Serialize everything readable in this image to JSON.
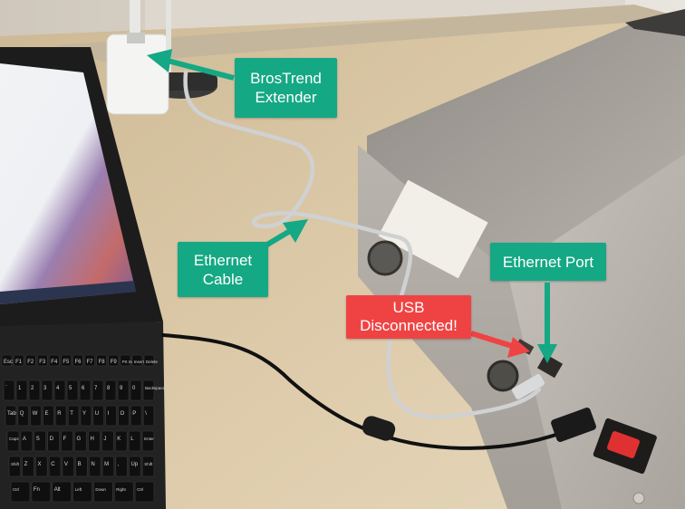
{
  "callouts": {
    "extender": {
      "line1": "BrosTrend",
      "line2": "Extender"
    },
    "cable": {
      "line1": "Ethernet",
      "line2": "Cable"
    },
    "port": {
      "line1": "Ethernet Port"
    },
    "usb": {
      "line1": "USB",
      "line2": "Disconnected!"
    }
  },
  "keyboard": {
    "row1": [
      "Esc",
      "F1",
      "F2",
      "F3",
      "F4",
      "F5",
      "F6",
      "F7",
      "F8",
      "F9",
      "Prt Sc",
      "Insert",
      "Delete"
    ],
    "row2": [
      "`",
      "1",
      "2",
      "3",
      "4",
      "5",
      "6",
      "7",
      "8",
      "9",
      "0",
      "Backspace"
    ],
    "row3": [
      "Tab",
      "Q",
      "W",
      "E",
      "R",
      "T",
      "Y",
      "U",
      "I",
      "O",
      "P",
      "\\"
    ],
    "row4": [
      "Caps",
      "A",
      "S",
      "D",
      "F",
      "G",
      "H",
      "J",
      "K",
      "L",
      "Enter"
    ],
    "row5": [
      "Shift",
      "Z",
      "X",
      "C",
      "V",
      "B",
      "N",
      "M",
      ",",
      "Up",
      "Shift"
    ],
    "row6": [
      "Ctrl",
      "Fn",
      "Alt",
      "Left",
      "Down",
      "Right",
      "Ctrl"
    ]
  },
  "colors": {
    "callout_green": "#15a884",
    "callout_red": "#ef4343",
    "desk": "#d9c7a6",
    "metal_case": "#b5b0a8"
  }
}
